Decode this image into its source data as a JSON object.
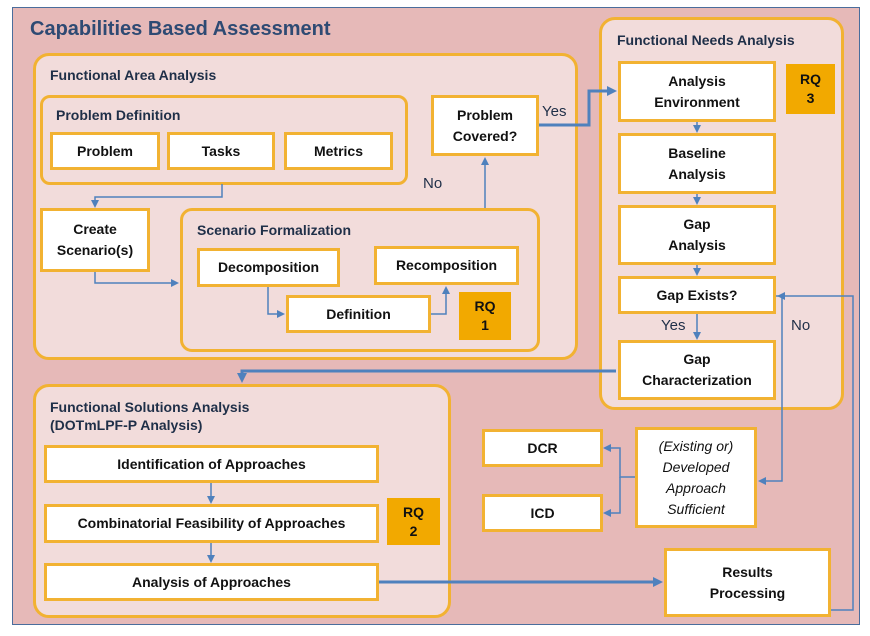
{
  "title": "Capabilities Based Assessment",
  "panels": {
    "faa": "Functional Area Analysis",
    "problem_definition": "Problem Definition",
    "scenario_formalization": "Scenario Formalization",
    "fna": "Functional Needs Analysis",
    "fsa_line1": "Functional Solutions Analysis",
    "fsa_line2": "(DOTmLPF-P Analysis)"
  },
  "boxes": {
    "problem": "Problem",
    "tasks": "Tasks",
    "metrics": "Metrics",
    "problem_covered": "Problem\nCovered?",
    "create_scenarios": "Create\nScenario(s)",
    "decomposition": "Decomposition",
    "recomposition": "Recomposition",
    "definition": "Definition",
    "analysis_environment": "Analysis\nEnvironment",
    "baseline_analysis": "Baseline\nAnalysis",
    "gap_analysis": "Gap\nAnalysis",
    "gap_exists": "Gap Exists?",
    "gap_characterization": "Gap\nCharacterization",
    "identification": "Identification of Approaches",
    "combinatorial": "Combinatorial Feasibility of Approaches",
    "analysis_of_approaches": "Analysis of Approaches",
    "dcr": "DCR",
    "icd": "ICD",
    "approach_sufficient": "(Existing or)\nDeveloped\nApproach\nSufficient",
    "results_processing": "Results\nProcessing"
  },
  "rq": {
    "rq1": "RQ\n1",
    "rq2": "RQ\n2",
    "rq3": "RQ\n3"
  },
  "labels": {
    "yes_top": "Yes",
    "no_left": "No",
    "yes_gap": "Yes",
    "no_gap": "No"
  },
  "colors": {
    "background": "#e6b9b8",
    "panel": "#f2dcdb",
    "border": "#f2b232",
    "rq": "#f2a900",
    "arrow": "#4f81bd",
    "title": "#2e4a73"
  }
}
